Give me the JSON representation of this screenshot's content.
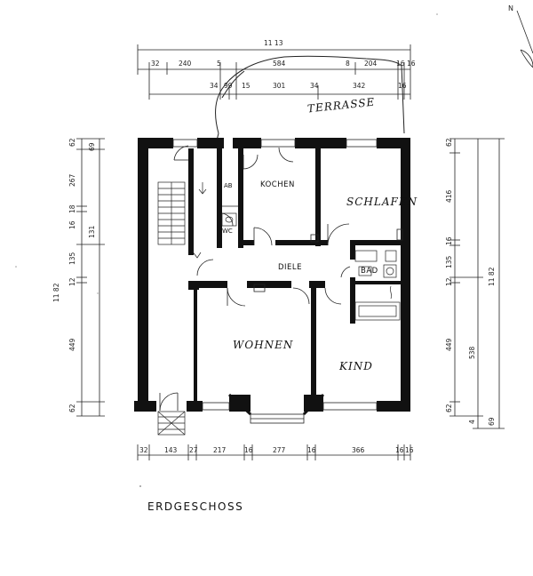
{
  "title": "ERDGESCHOSS",
  "overall": {
    "width_label": "11 13",
    "height_left_label": "11 82",
    "height_right_label": "11 82"
  },
  "top_dims_row1": [
    "32",
    "240",
    "5",
    "584",
    "8",
    "204",
    "16",
    "16"
  ],
  "top_dims_row2": [
    "34",
    "99",
    "15",
    "301",
    "34",
    "342",
    "16"
  ],
  "bottom_dims": [
    "32",
    "143",
    "27",
    "217",
    "16",
    "277",
    "16",
    "366",
    "16",
    "16"
  ],
  "left_dims_outer": [
    "62",
    "267",
    "18",
    "16",
    "135",
    "12",
    "449",
    "62"
  ],
  "left_dims_inner": [
    "69",
    "131"
  ],
  "right_dims_outer": [
    "62",
    "416",
    "16",
    "135",
    "12",
    "449",
    "62"
  ],
  "right_dims_inner": [
    "538",
    "4"
  ],
  "right_dims_far": [
    "69"
  ],
  "rooms": {
    "kochen": "KOCHEN",
    "schlafen": "SCHLAFEN",
    "diele": "DIELE",
    "bad": "BAD",
    "wohnen": "WOHNEN",
    "kind": "KIND",
    "ab": "AB",
    "wc": "WC",
    "terrasse": "TERRASSE"
  },
  "colors": {
    "wall": "#111111",
    "line": "#222222",
    "paper": "#ffffff"
  },
  "icons": {
    "north_arrow": "north-arrow-icon"
  }
}
